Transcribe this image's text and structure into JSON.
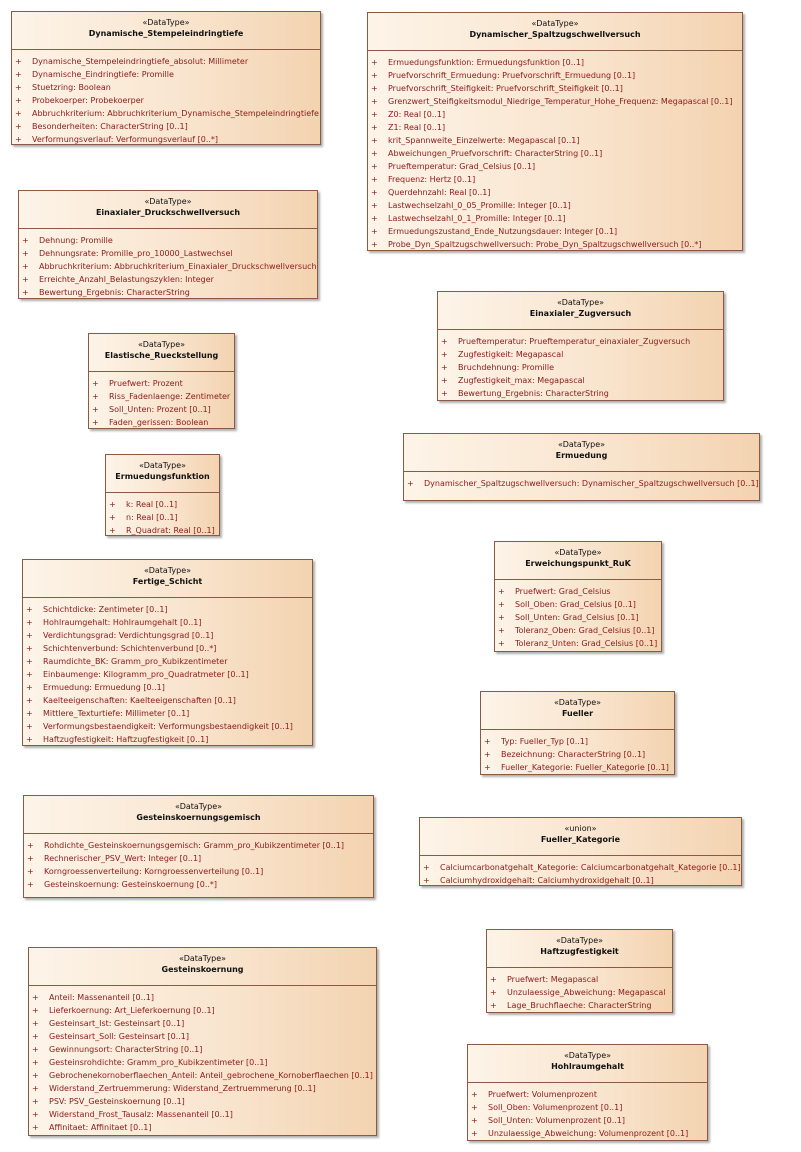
{
  "classes": [
    {
      "id": "dyn-stempel",
      "stereotype": "«DataType»",
      "name": "Dynamische_Stempeleindringtiefe",
      "attributes": [
        "Dynamische_Stempeleindringtiefe_absolut: Millimeter",
        "Dynamische_Eindringtiefe: Promille",
        "Stuetzring: Boolean",
        "Probekoerper: Probekoerper",
        "Abbruchkriterium: Abbruchkriterium_Dynamische_Stempeleindringtiefe",
        "Besonderheiten: CharacterString [0..1]",
        "Verformungsverlauf: Verformungsverlauf [0..*]"
      ]
    },
    {
      "id": "dyn-spaltzug",
      "stereotype": "«DataType»",
      "name": "Dynamischer_Spaltzugschwellversuch",
      "attributes": [
        "Ermuedungsfunktion: Ermuedungsfunktion [0..1]",
        "Pruefvorschrift_Ermuedung: Pruefvorschrift_Ermuedung [0..1]",
        "Pruefvorschrift_Steifigkeit: Pruefvorschrift_Steifigkeit [0..1]",
        "Grenzwert_Steifigkeitsmodul_Niedrige_Temperatur_Hohe_Frequenz: Megapascal [0..1]",
        "Z0: Real [0..1]",
        "Z1: Real [0..1]",
        "krit_Spannweite_Einzelwerte: Megapascal [0..1]",
        "Abweichungen_Pruefvorschrift: CharacterString [0..1]",
        "Prueftemperatur: Grad_Celsius [0..1]",
        "Frequenz: Hertz [0..1]",
        "Querdehnzahl: Real [0..1]",
        "Lastwechselzahl_0_05_Promille: Integer [0..1]",
        "Lastwechselzahl_0_1_Promille: Integer [0..1]",
        "Ermuedungszustand_Ende_Nutzungsdauer: Integer [0..1]",
        "Probe_Dyn_Spaltzugschwellversuch: Probe_Dyn_Spaltzugschwellversuch [0..*]"
      ]
    },
    {
      "id": "einax-druck",
      "stereotype": "«DataType»",
      "name": "Einaxialer_Druckschwellversuch",
      "attributes": [
        "Dehnung: Promille",
        "Dehnungsrate: Promille_pro_10000_Lastwechsel",
        "Abbruchkriterium: Abbruchkriterium_Einaxialer_Druckschwellversuch",
        "Erreichte_Anzahl_Belastungszyklen: Integer",
        "Bewertung_Ergebnis: CharacterString"
      ]
    },
    {
      "id": "einax-zug",
      "stereotype": "«DataType»",
      "name": "Einaxialer_Zugversuch",
      "attributes": [
        "Prueftemperatur: Prueftemperatur_einaxialer_Zugversuch",
        "Zugfestigkeit: Megapascal",
        "Bruchdehnung: Promille",
        "Zugfestigkeit_max: Megapascal",
        "Bewertung_Ergebnis: CharacterString"
      ]
    },
    {
      "id": "elast-rueck",
      "stereotype": "«DataType»",
      "name": "Elastische_Rueckstellung",
      "attributes": [
        "Pruefwert: Prozent",
        "Riss_Fadenlaenge: Zentimeter",
        "Soll_Unten: Prozent [0..1]",
        "Faden_gerissen: Boolean"
      ]
    },
    {
      "id": "ermuedung",
      "stereotype": "«DataType»",
      "name": "Ermuedung",
      "attributes": [
        "Dynamischer_Spaltzugschwellversuch: Dynamischer_Spaltzugschwellversuch [0..1]"
      ]
    },
    {
      "id": "ermuedungsfunktion",
      "stereotype": "«DataType»",
      "name": "Ermuedungsfunktion",
      "attributes": [
        "k: Real [0..1]",
        "n: Real [0..1]",
        "R_Quadrat: Real [0..1]"
      ]
    },
    {
      "id": "erweichungspunkt",
      "stereotype": "«DataType»",
      "name": "Erweichungspunkt_RuK",
      "attributes": [
        "Pruefwert: Grad_Celsius",
        "Soll_Oben: Grad_Celsius [0..1]",
        "Soll_Unten: Grad_Celsius [0..1]",
        "Toleranz_Oben: Grad_Celsius [0..1]",
        "Toleranz_Unten: Grad_Celsius [0..1]"
      ]
    },
    {
      "id": "fertige-schicht",
      "stereotype": "«DataType»",
      "name": "Fertige_Schicht",
      "attributes": [
        "Schichtdicke: Zentimeter [0..1]",
        "Hohlraumgehalt: Hohlraumgehalt [0..1]",
        "Verdichtungsgrad: Verdichtungsgrad [0..1]",
        "Schichtenverbund: Schichtenverbund [0..*]",
        "Raumdichte_BK: Gramm_pro_Kubikzentimeter",
        "Einbaumenge: Kilogramm_pro_Quadratmeter [0..1]",
        "Ermuedung: Ermuedung [0..1]",
        "Kaelteeigenschaften: Kaelteeigenschaften [0..1]",
        "Mittlere_Texturtiefe: Millimeter [0..1]",
        "Verformungsbestaendigkeit: Verformungsbestaendigkeit [0..1]",
        "Haftzugfestigkeit: Haftzugfestigkeit [0..1]"
      ]
    },
    {
      "id": "fueller",
      "stereotype": "«DataType»",
      "name": "Fueller",
      "attributes": [
        "Typ: Fueller_Typ [0..1]",
        "Bezeichnung: CharacterString [0..1]",
        "Fueller_Kategorie: Fueller_Kategorie [0..1]"
      ]
    },
    {
      "id": "gesteinskoernungsgemisch",
      "stereotype": "«DataType»",
      "name": "Gesteinskoernungsgemisch",
      "attributes": [
        "Rohdichte_Gesteinskoernungsgemisch: Gramm_pro_Kubikzentimeter [0..1]",
        "Rechnerischer_PSV_Wert: Integer [0..1]",
        "Korngroessenverteilung: Korngroessenverteilung [0..1]",
        "Gesteinskoernung: Gesteinskoernung [0..*]"
      ]
    },
    {
      "id": "fueller-kategorie",
      "stereotype": "«union»",
      "name": "Fueller_Kategorie",
      "attributes": [
        "Calciumcarbonatgehalt_Kategorie: Calciumcarbonatgehalt_Kategorie [0..1]",
        "Calciumhydroxidgehalt: Calciumhydroxidgehalt [0..1]"
      ]
    },
    {
      "id": "haftzugfestigkeit",
      "stereotype": "«DataType»",
      "name": "Haftzugfestigkeit",
      "attributes": [
        "Pruefwert: Megapascal",
        "Unzulaessige_Abweichung: Megapascal",
        "Lage_Bruchflaeche: CharacterString"
      ]
    },
    {
      "id": "gesteinskoernung",
      "stereotype": "«DataType»",
      "name": "Gesteinskoernung",
      "attributes": [
        "Anteil: Massenanteil [0..1]",
        "Lieferkoernung: Art_Lieferkoernung [0..1]",
        "Gesteinsart_Ist: Gesteinsart [0..1]",
        "Gesteinsart_Soll: Gesteinsart [0..1]",
        "Gewinnungsort: CharacterString [0..1]",
        "Gesteinsrohdichte: Gramm_pro_Kubikzentimeter [0..1]",
        "Gebrochenekornoberflaechen_Anteil: Anteil_gebrochene_Kornoberflaechen [0..1]",
        "Widerstand_Zertruemmerung: Widerstand_Zertruemmerung [0..1]",
        "PSV: PSV_Gesteinskoernung [0..1]",
        "Widerstand_Frost_Tausalz: Massenanteil [0..1]",
        "Affinitaet: Affinitaet [0..1]"
      ]
    },
    {
      "id": "hohlraumgehalt",
      "stereotype": "«DataType»",
      "name": "Hohlraumgehalt",
      "attributes": [
        "Pruefwert: Volumenprozent",
        "Soll_Oben: Volumenprozent [0..1]",
        "Soll_Unten: Volumenprozent [0..1]",
        "Unzulaessige_Abweichung: Volumenprozent [0..1]"
      ]
    }
  ],
  "visibility_symbol": "+"
}
